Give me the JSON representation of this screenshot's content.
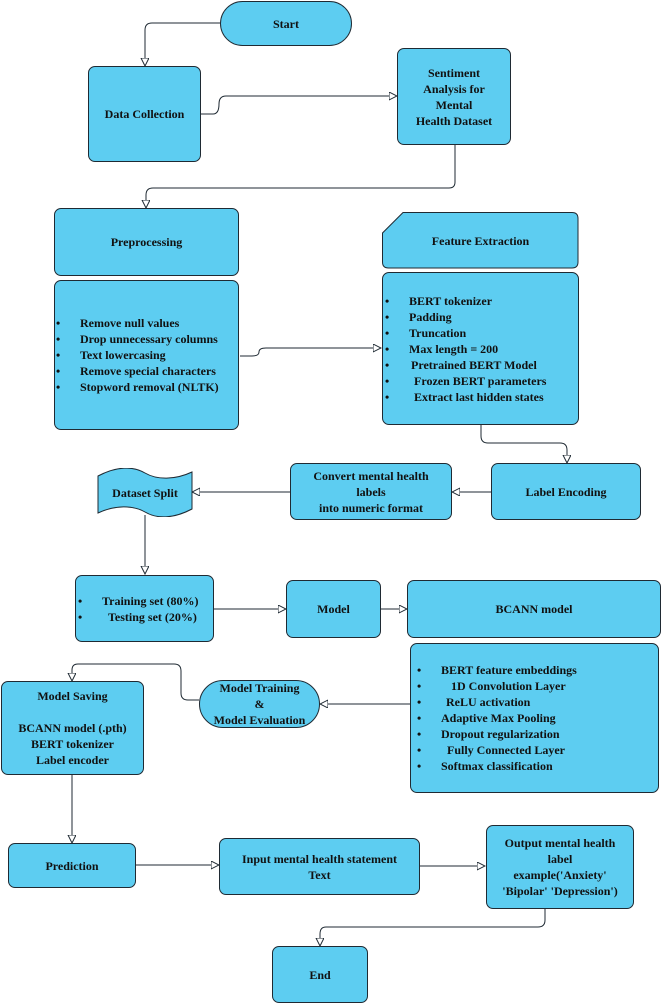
{
  "colors": {
    "node_fill": "#5dcdf1",
    "node_border": "#1f2a33",
    "connector": "#1f2a33"
  },
  "nodes": {
    "start": "Start",
    "data_collection": "Data Collection",
    "sentiment": [
      "Sentiment",
      "Analysis for",
      "Mental",
      "Health Dataset"
    ],
    "preprocessing": "Preprocessing",
    "preprocessing_steps": [
      "Remove null values",
      "Drop unnecessary columns",
      "Text lowercasing",
      "Remove special characters",
      "Stopword removal (NLTK)"
    ],
    "feature_extraction": "Feature Extraction",
    "feature_steps": [
      "BERT tokenizer",
      "Padding",
      "Truncation",
      "Max length = 200",
      "Pretrained BERT Model",
      "Frozen BERT parameters",
      "Extract last hidden states"
    ],
    "dataset_split": "Dataset Split",
    "convert_labels": [
      "Convert mental health",
      "labels",
      "into numeric format"
    ],
    "label_encoding": "Label Encoding",
    "split_items": [
      "Training set (80%)",
      "Testing set (20%)"
    ],
    "model": "Model",
    "bcann_model": "BCANN model",
    "bcann_layers": [
      "BERT feature embeddings",
      "1D Convolution Layer",
      "ReLU activation",
      "Adaptive Max Pooling",
      "Dropout regularization",
      "Fully Connected Layer",
      "Softmax classification"
    ],
    "model_saving": [
      "Model Saving",
      "",
      "BCANN model (.pth)",
      "BERT tokenizer",
      "Label encoder"
    ],
    "model_training": [
      "Model Training",
      "&",
      "Model Evaluation"
    ],
    "prediction": "Prediction",
    "input_statement": [
      "Input mental health statement",
      "Text"
    ],
    "output_label": [
      "Output mental health",
      "label",
      "example('Anxiety'",
      "'Bipolar' 'Depression')"
    ],
    "end": "End"
  }
}
